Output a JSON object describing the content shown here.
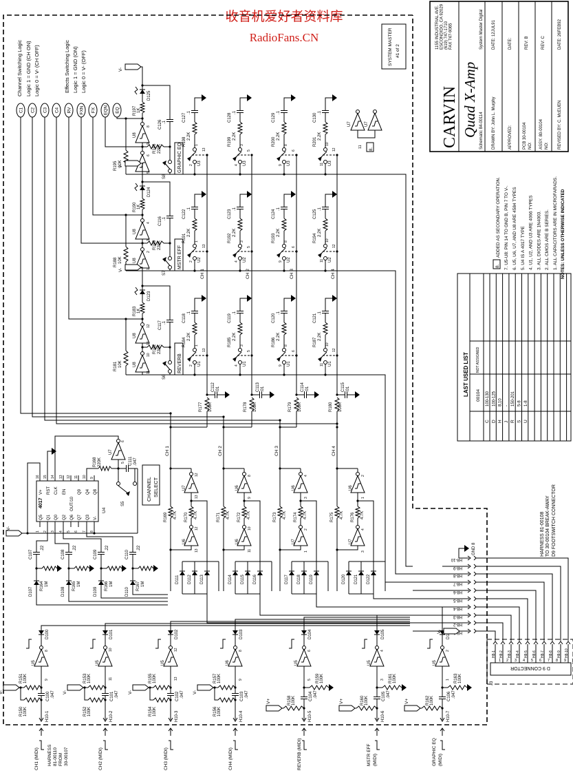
{
  "watermark": {
    "cn": "收音机爱好者资料库",
    "en": "RadioFans.CN"
  },
  "logic_legend": {
    "channel_title": "Channel Switching Logic",
    "channel_logic1": "Logic 1 = GND    (CH ON)",
    "channel_logic0": "Logic 0 = V-      (CH OFF)",
    "effects_title": "Effects Switching Logic",
    "effects_logic1": "Logic 1 = GND      (ON)",
    "effects_logic0": "Logic 0 = V-        (OFF)"
  },
  "signals": [
    "C1",
    "C2",
    "C3",
    "C4",
    "RV",
    "FXN",
    "FX",
    "EQN",
    "EQ"
  ],
  "system_master": [
    "SYSTEM MASTER",
    "#1 of 2"
  ],
  "u7_top": {
    "label": "U7",
    "pin": "11",
    "mark": "8."
  },
  "ch_labels": [
    "CH 1",
    "CH 2",
    "CH 3",
    "CH 4"
  ],
  "switch_rows": [
    {
      "supply": "V-",
      "diode": "D125",
      "r_led": "R197",
      "r_led_val": "1K",
      "r_fb": "R196",
      "r_fb_val": "220K",
      "r_in": "R195",
      "r_in_val": "10K",
      "cap": "C126",
      "cap_val": ".1",
      "inv": "U8",
      "inv_pins": [
        "8",
        "9",
        "6",
        "5"
      ],
      "switch": "S8",
      "label": "GRAPHIC EQ",
      "cols": [
        {
          "r": "R198",
          "rv": "2.2K",
          "c": "C127",
          "cv": ".1",
          "u": "U3",
          "pins": [
            "1",
            "2",
            "13"
          ]
        },
        {
          "r": "R199",
          "rv": "2.2K",
          "c": "C128",
          "cv": ".1",
          "u": "U3",
          "pins": [
            "3",
            "4",
            "5"
          ]
        },
        {
          "r": "R200",
          "rv": "2.2K",
          "c": "C129",
          "cv": ".1",
          "u": "U3",
          "pins": [
            "8",
            "9",
            "6"
          ]
        },
        {
          "r": "R201",
          "rv": "2.2K",
          "c": "C130",
          "cv": ".1",
          "u": "U3",
          "pins": [
            "10",
            "11",
            "12"
          ]
        }
      ]
    },
    {
      "supply": "V-",
      "diode": "D124",
      "r_led": "R190",
      "r_led_val": "1K",
      "r_fb": "R189",
      "r_fb_val": "220K",
      "r_in": "R188",
      "r_in_val": "10K",
      "cap": "C116",
      "cap_val": ".1",
      "inv": "U8",
      "inv_pins": [
        "4",
        "3",
        "2",
        "1"
      ],
      "switch": "S7",
      "label": "MSTR EFF",
      "cols": [
        {
          "r": "R191",
          "rv": "2.2K",
          "c": "C122",
          "cv": ".1",
          "u": "U2",
          "pins": [
            "1",
            "2",
            "13"
          ]
        },
        {
          "r": "R192",
          "rv": "2.2K",
          "c": "C123",
          "cv": ".1",
          "u": "U2",
          "pins": [
            "3",
            "4",
            "5"
          ]
        },
        {
          "r": "R193",
          "rv": "2.2K",
          "c": "C124",
          "cv": ".1",
          "u": "U2",
          "pins": [
            "8",
            "9",
            "6"
          ]
        },
        {
          "r": "R194",
          "rv": "2.2K",
          "c": "C125",
          "cv": ".1",
          "u": "U2",
          "pins": [
            "10",
            "11",
            "12"
          ]
        }
      ]
    },
    {
      "supply": "V-",
      "diode": "D123",
      "r_led": "R183",
      "r_led_val": "1K",
      "r_fb": "R182",
      "r_fb_val": "220K",
      "r_in": "R181",
      "r_in_val": "10K",
      "cap": "C117",
      "cap_val": ".1",
      "inv": "U8",
      "inv_pins": [
        "12",
        "13",
        "10",
        "11"
      ],
      "switch": "S6",
      "label": "REVERB",
      "cols": [
        {
          "r": "R184",
          "rv": "2.2K",
          "c": "C118",
          "cv": ".1",
          "u": "U1",
          "pins": [
            "1",
            "2",
            "13"
          ]
        },
        {
          "r": "R185",
          "rv": "2.2K",
          "c": "C119",
          "cv": ".1",
          "u": "U1",
          "pins": [
            "3",
            "4",
            "5"
          ]
        },
        {
          "r": "R186",
          "rv": "2.2K",
          "c": "C120",
          "cv": ".1",
          "u": "U1",
          "pins": [
            "8",
            "9",
            "6"
          ]
        },
        {
          "r": "R187",
          "rv": "2.2K",
          "c": "C121",
          "cv": ".1",
          "u": "U1",
          "pins": [
            "10",
            "11",
            "12"
          ]
        }
      ]
    }
  ],
  "mix": [
    {
      "r": "R177",
      "rv": "100K",
      "c": "C112",
      "cv": ".01"
    },
    {
      "r": "R178",
      "rv": "100K",
      "c": "C113",
      "cv": ".01"
    },
    {
      "r": "R179",
      "rv": "100K",
      "c": "C114",
      "cv": ".01"
    },
    {
      "r": "R180",
      "rv": "100K",
      "c": "C115",
      "cv": ".01"
    }
  ],
  "channels": [
    {
      "top_inv": "U7",
      "top_pins": [
        "12",
        "13"
      ],
      "bot_inv": "U6",
      "bot_pins": [
        "12",
        "13"
      ],
      "r_a": "R169",
      "r_b": "R170",
      "rv": "4.7K",
      "diodes": [
        "D111",
        "D112",
        "D113"
      ]
    },
    {
      "top_inv": "U6",
      "top_pins": [
        "8",
        "9"
      ],
      "bot_inv": "U6",
      "bot_pins": [
        "10",
        "11"
      ],
      "r_a": "R171",
      "r_b": "R172",
      "rv": "4.7K",
      "diodes": [
        "D114",
        "D115",
        "D116"
      ]
    },
    {
      "top_inv": "U6",
      "top_pins": [
        "4",
        "3"
      ],
      "bot_inv": "U7",
      "bot_pins": [
        "2",
        "1"
      ],
      "r_a": "R173",
      "r_b": "R174",
      "rv": "4.7K",
      "diodes": [
        "D117",
        "D118",
        "D119"
      ]
    },
    {
      "top_inv": "U6",
      "top_pins": [
        "2",
        "1"
      ],
      "bot_inv": "U7",
      "bot_pins": [
        "4",
        "3"
      ],
      "r_a": "R175",
      "r_b": "R176",
      "rv": "4.7K",
      "diodes": [
        "D120",
        "D121",
        "D122"
      ]
    }
  ],
  "counter": {
    "chip": "U4",
    "type": "4017",
    "top_pins": [
      "16",
      "15",
      "14",
      "13",
      "12",
      "11",
      "10",
      "9"
    ],
    "top_names": [
      "V+",
      "RST",
      "CLK",
      "EN",
      "OUT/10",
      "Q9",
      "Q4",
      "Q8"
    ],
    "bottom_pins": [
      "1",
      "2",
      "3",
      "4",
      "5",
      "6",
      "7",
      "8"
    ],
    "bottom_names": [
      "Q5",
      "Q1",
      "Q0",
      "Q2",
      "Q6",
      "Q7",
      "Q3",
      "V-"
    ],
    "supply": "V-",
    "clock_inv": "U7",
    "clock_pins": [
      "6",
      "5"
    ],
    "r": "R168",
    "r_val": "220K",
    "c": "C111",
    "c_val": ".047",
    "switch": "S5",
    "select": [
      "CHANNEL",
      "SELECT"
    ],
    "outputs": [
      {
        "c": "C107",
        "cv": ".22",
        "r": "R164",
        "rv": "1M",
        "d": "D107"
      },
      {
        "c": "C108",
        "cv": ".22",
        "r": "R165",
        "rv": "1M",
        "d": "D108"
      },
      {
        "c": "C109",
        "cv": ".22",
        "r": "R166",
        "rv": "1M",
        "d": "D109"
      },
      {
        "c": "C110",
        "cv": ".22",
        "r": "R167",
        "rv": "1M",
        "d": "D110"
      }
    ]
  },
  "inputs": [
    {
      "label": "CH1 (MIDI)",
      "note": [
        "HARNESS",
        "81-00110",
        "FROM",
        "30-00107"
      ],
      "inv": "U5",
      "pins": [
        "8",
        "9"
      ],
      "diode": "D100",
      "r_top": "R151",
      "r_top_val": "100K",
      "r_bot": "R150",
      "r_bot_val": "100K",
      "cap": "C100",
      "cap_val": ".047",
      "h10": "H10-1",
      "supply": "V-"
    },
    {
      "label": "CH2 (MIDI)",
      "inv": "U5",
      "pins": [
        "10",
        "11"
      ],
      "diode": "D101",
      "r_top": "R153",
      "r_top_val": "100K",
      "r_bot": "R152",
      "r_bot_val": "100K",
      "cap": "C101",
      "cap_val": ".047",
      "h10": "H10-2",
      "supply": "V-"
    },
    {
      "label": "CH3 (MIDI)",
      "inv": "U5",
      "pins": [
        "12",
        "13"
      ],
      "diode": "D102",
      "r_top": "R155",
      "r_top_val": "100K",
      "r_bot": "R154",
      "r_bot_val": "100K",
      "cap": "C102",
      "cap_val": ".047",
      "h10": "H10-3",
      "supply": "V-"
    },
    {
      "label": "CH4 (MIDI)",
      "inv": "U6",
      "pins": [
        "8",
        "9"
      ],
      "diode": "D103",
      "r_top": "R157",
      "r_top_val": "100K",
      "r_bot": "R156",
      "r_bot_val": "100K",
      "cap": "C103",
      "cap_val": ".047",
      "h10": "H10-4",
      "supply": "V-"
    },
    {
      "label": "REVERB (MIDI)",
      "inv": "U5",
      "pins": [
        "6",
        "5"
      ],
      "diode": "D104",
      "r_top": "R159",
      "r_top_val": "100K",
      "r_bot": "R158",
      "r_bot_val": "100K",
      "cap": "C104",
      "cap_val": ".047",
      "h10": "H10-5",
      "supply": "V+"
    },
    {
      "label": "MSTR EFF",
      "label2": "(MIDI)",
      "inv": "U5",
      "pins": [
        "4",
        "3"
      ],
      "diode": "D105",
      "r_top": "R161",
      "r_top_val": "100K",
      "r_bot": "R160",
      "r_bot_val": "100K",
      "cap": "C105",
      "cap_val": ".047",
      "h10": "H10-6",
      "supply": "V+"
    },
    {
      "label": "GRAPHIC EQ",
      "label2": "(MIDI)",
      "inv": "U5",
      "pins": [
        "2",
        "1"
      ],
      "diode": "D106",
      "r_top": "R163",
      "r_top_val": "100K",
      "r_bot": "R162",
      "r_bot_val": "100K",
      "cap": "C106",
      "cap_val": ".047",
      "h10": "H10-7",
      "supply": "V+"
    }
  ],
  "connector": {
    "h8": [
      "H8-1",
      "H8-2",
      "H8-3",
      "H8-4",
      "H8-5",
      "H8-6",
      "H8-7",
      "H8-8",
      "H8-9",
      "H8-10"
    ],
    "gnd": "GND 8",
    "supply": "V-",
    "name": "D 9 CONNECTOR",
    "ref": "J3",
    "pins": [
      "1",
      "2",
      "3",
      "4",
      "5",
      "6",
      "7",
      "8",
      "9",
      "10"
    ]
  },
  "harness_note": [
    "HARNESS   81-00108",
    "TO 30-00104 BREAK-AWAY",
    "D9 FOOTSWITCH CONNECTOR"
  ],
  "title_block": {
    "logo": "CARVIN",
    "address": [
      "1155 INDUSTRIAL AVE.",
      "ESCONDIDO, CA  92029",
      "(619) 747-1710",
      "FAX 747-9065"
    ],
    "product": "Quad X-Amp",
    "schematic": "Schematic 84-00114",
    "subtitle": "System Master Digital",
    "drawn_by": "DRAWN BY:   John L. Murphy",
    "date1": "DATE:   12JUL91",
    "approved": "APPROVED:",
    "date2": "DATE:",
    "pcb": "PCB   30-00104",
    "pcb_no": "NO:",
    "rev1": "REV:          B",
    "assy": "ASSY. 80-00104",
    "assy_no": "NO:",
    "rev2": "REV:          C",
    "revised_by": "REVISED BY:    C. McEUEN",
    "date3": "DATE:   26FEB92"
  },
  "notes": {
    "heading": "NOTES:   UNLESS  OTHERWISE  INDICATED",
    "items": [
      "1.  ALL CAPACITORS ARE IN MICROFARADS.",
      "2.  ALL CMOS ARE B SERIES.",
      "3.  ALL DIODES ARE 1N4003.",
      "4.  U1, U2, AND U3 ARE 4066 TYPES",
      "5.  U4 IS A 4017 TYPE",
      "6.  U5, U6, U7, AND U8 ARE 4584 TYPES",
      "7.  U5-U8: PIN 14 TO GND B, PIN 7 TO V-."
    ],
    "item8_num": "8.",
    "item8": "ADDED AS SECONDARY OPERATION."
  },
  "last_used_list": {
    "title": "LAST USED LIST",
    "col_used": "00104",
    "col_not_assigned": "NOT ASSIGNED",
    "rows": [
      {
        "ref": "C",
        "used": "100-130"
      },
      {
        "ref": "D",
        "used": "100-125"
      },
      {
        "ref": "H",
        "used": "8,10"
      },
      {
        "ref": "J",
        "used": "-"
      },
      {
        "ref": "R",
        "used": "150-201"
      },
      {
        "ref": "S",
        "used": "5-8"
      },
      {
        "ref": "U",
        "used": "1-8"
      }
    ]
  }
}
